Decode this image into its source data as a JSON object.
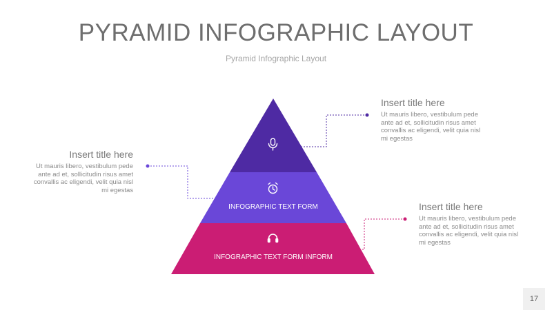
{
  "slide": {
    "title": "PYRAMID INFOGRAPHIC LAYOUT",
    "subtitle": "Pyramid Infographic Layout",
    "page_number": "17"
  },
  "pyramid": {
    "tiers": [
      {
        "icon": "microphone-icon",
        "label": "",
        "color": "#4e2aa3"
      },
      {
        "icon": "alarm-clock-icon",
        "label": "INFOGRAPHIC TEXT FORM",
        "color": "#6a47d8"
      },
      {
        "icon": "headphones-icon",
        "label": "INFOGRAPHIC TEXT FORM INFORM",
        "color": "#cb1d74"
      }
    ]
  },
  "callouts": [
    {
      "title": "Insert title here",
      "body": "Ut mauris libero, vestibulum pede ante ad et, sollicitudin risus amet convallis ac eligendi, velit quia nisl mi egestas",
      "color": "#6a47d8"
    },
    {
      "title": "Insert title here",
      "body": "Ut mauris libero, vestibulum pede ante ad et, sollicitudin risus amet convallis ac eligendi, velit quia nisl mi egestas",
      "color": "#4e2aa3"
    },
    {
      "title": "Insert title here",
      "body": "Ut mauris libero, vestibulum pede ante ad et, sollicitudin risus amet convallis ac eligendi, velit quia nisl mi egestas",
      "color": "#cb1d74"
    }
  ]
}
